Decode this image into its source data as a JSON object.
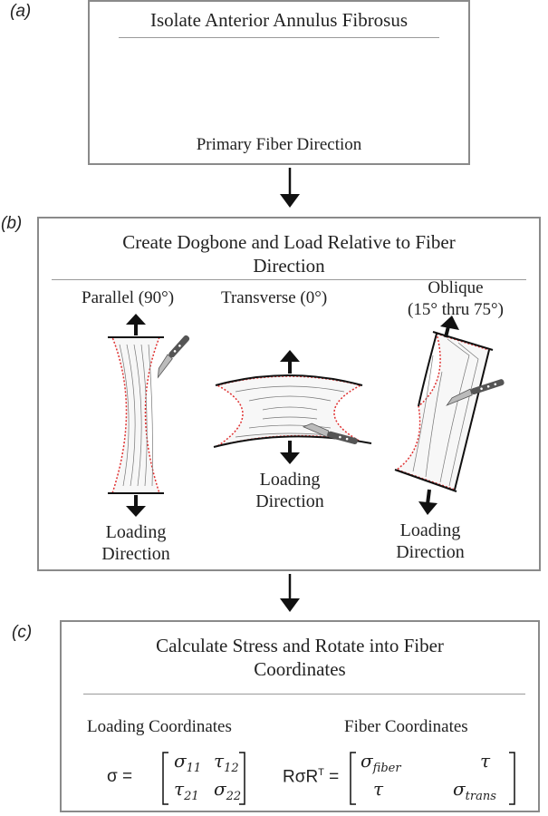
{
  "panel_a": {
    "label": "(a)",
    "title": "Isolate Anterior Annulus Fibrosus",
    "caption": "Primary Fiber Direction"
  },
  "panel_b": {
    "label": "(b)",
    "title_line1": "Create Dogbone and Load Relative to Fiber",
    "title_line2": "Direction",
    "parallel": {
      "label": "Parallel (90°)",
      "loading_line1": "Loading",
      "loading_line2": "Direction"
    },
    "transverse": {
      "label": "Transverse (0°)",
      "loading_line1": "Loading",
      "loading_line2": "Direction"
    },
    "oblique": {
      "label_line1": "Oblique",
      "label_line2": "(15° thru 75°)",
      "loading_line1": "Loading",
      "loading_line2": "Direction"
    }
  },
  "panel_c": {
    "label": "(c)",
    "title_line1": "Calculate Stress and Rotate into Fiber",
    "title_line2": "Coordinates",
    "loading_coords": "Loading Coordinates",
    "fiber_coords": "Fiber Coordinates",
    "eq_left": {
      "lhs": "σ =",
      "m11": "σ",
      "m11_sub": "11",
      "m12": "τ",
      "m12_sub": "12",
      "m21": "τ",
      "m21_sub": "21",
      "m22": "σ",
      "m22_sub": "22"
    },
    "eq_right": {
      "lhs_a": "RσR",
      "lhs_sup": "T",
      "lhs_b": " =",
      "m11": "σ",
      "m11_sub": "fiber",
      "m12": "τ",
      "m21": "τ",
      "m22": "σ",
      "m22_sub": "trans"
    }
  },
  "colors": {
    "frame": "#8a8a8a",
    "cut_line": "#e03030",
    "fiber_arrow": "#cc2222",
    "ink": "#222222"
  }
}
